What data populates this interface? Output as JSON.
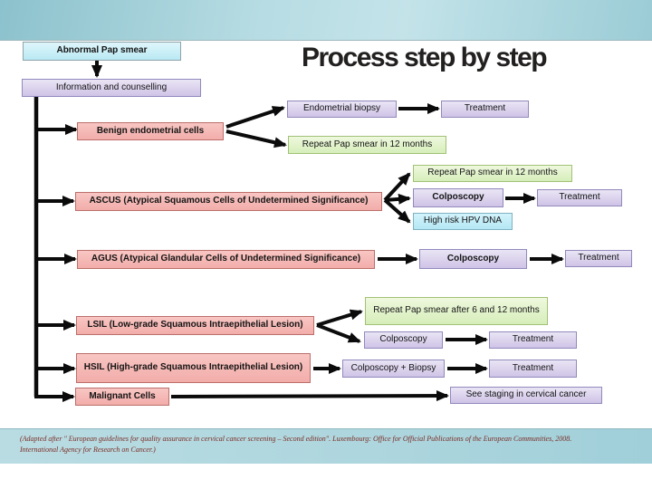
{
  "slide": {
    "title": "Process step by step",
    "footer_line1": "(Adapted after \" European guidelines for quality assurance in cervical cancer screening – Second edition\". Luxembourg: Office for Official Publications of the European Communities, 2008.",
    "footer_line2": "International Agency for Research on Cancer.)"
  },
  "colors": {
    "banner_teal": "#9bccd6",
    "box_pink": "#f5b6b3",
    "box_lavender": "#d5cbe8",
    "box_green": "#ddf0c2",
    "box_cyan": "#c9eef9",
    "box_blue": "#bfeaf6",
    "arrow_black": "#0b0b0b",
    "footer_text": "#7b2c25",
    "title_text": "#232020"
  },
  "nodes": {
    "abnormal": "Abnormal Pap smear",
    "info": "Information and counselling",
    "endometrial_biopsy": "Endometrial biopsy",
    "treatment_endo": "Treatment",
    "benign": "Benign endometrial cells",
    "repeat12_benign": "Repeat  Pap smear in 12 months",
    "repeat12_ascus": "Repeat Pap smear in 12 months",
    "ascus": "ASCUS (Atypical Squamous Cells of Undetermined  Significance)",
    "colposcopy_ascus": "Colposcopy",
    "treatment_ascus": "Treatment",
    "hpv": "High risk HPV DNA",
    "agus": "AGUS (Atypical Glandular Cells of Undetermined  Significance)",
    "colposcopy_agus": "Colposcopy",
    "treatment_agus": "Treatment",
    "repeat_6_12": "Repeat Pap smear after 6 and 12 months",
    "lsil": "LSIL (Low-grade Squamous Intraepithelial Lesion)",
    "colposcopy_lsil": "Colposcopy",
    "treatment_lsil": "Treatment",
    "hsil": "HSIL (High-grade Squamous Intraepithelial Lesion)",
    "colposcopy_biopsy": "Colposcopy + Biopsy",
    "treatment_hsil": "Treatment",
    "malignant": "Malignant Cells",
    "staging": "See staging in cervical cancer"
  }
}
